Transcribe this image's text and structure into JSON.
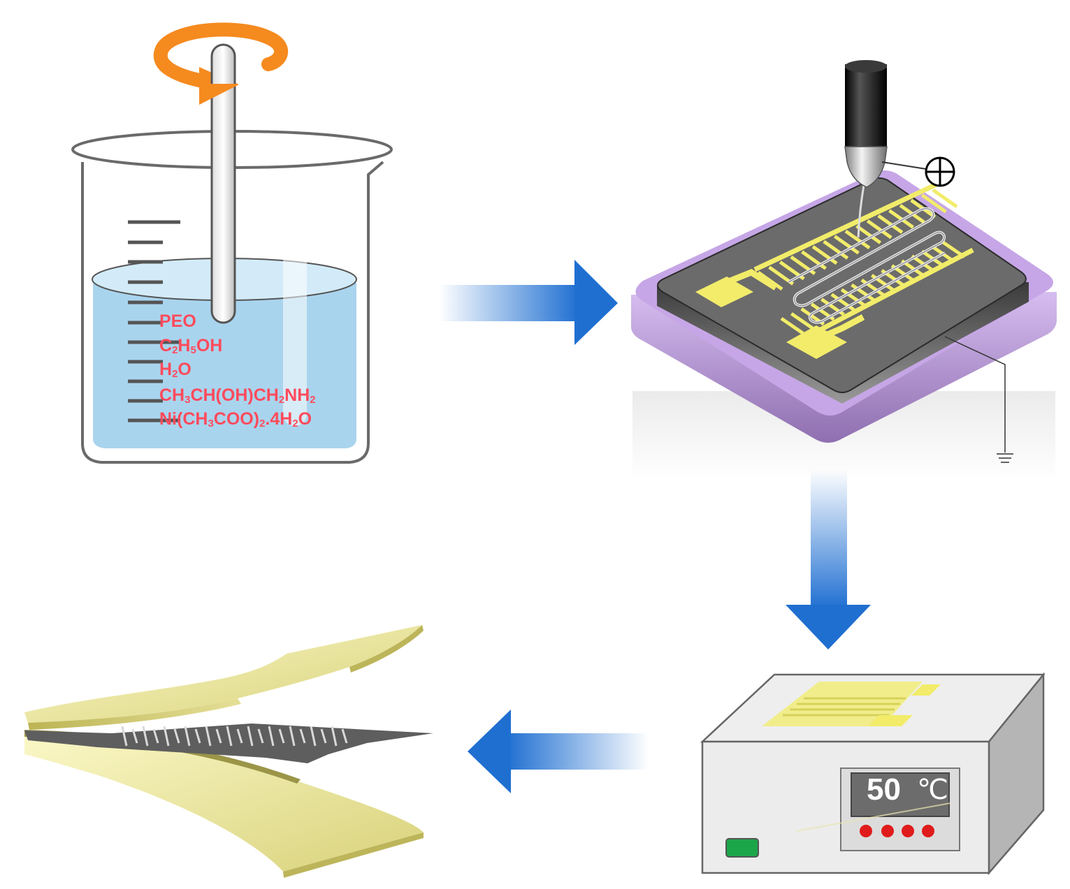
{
  "solution": {
    "components": [
      {
        "name": "PEO",
        "parts": [
          [
            "PEO",
            ""
          ]
        ]
      },
      {
        "name": "ethanol",
        "parts": [
          [
            "C",
            "2"
          ],
          [
            "H",
            "5"
          ],
          [
            "OH",
            ""
          ]
        ]
      },
      {
        "name": "water",
        "parts": [
          [
            "H",
            "2"
          ],
          [
            "O",
            ""
          ]
        ]
      },
      {
        "name": "amino-propanol",
        "parts": [
          [
            "CH",
            "3"
          ],
          [
            "CH(OH)CH",
            "2"
          ],
          [
            "NH",
            "2"
          ]
        ]
      },
      {
        "name": "nickel-acetate",
        "parts": [
          [
            "Ni(CH",
            "3"
          ],
          [
            "COO)",
            "2"
          ],
          [
            ".4H",
            "2"
          ],
          [
            "O",
            ""
          ]
        ]
      }
    ]
  },
  "electrospinning": {
    "voltage_symbol": "⊕"
  },
  "oven": {
    "temperature_value": "50",
    "temperature_unit": "℃"
  },
  "colors": {
    "arrow_blue": "#1f6fd1",
    "stir_orange": "#f58a1f",
    "liquid": "#a9d4ee",
    "chem_text": "#ff4b5c",
    "electrode_yellow": "#f2ec6a",
    "collector_purple": "#c6a6e6",
    "film_yellow": "#f1eeb0",
    "button_red": "#e01b1b",
    "button_green": "#1ca64a"
  }
}
